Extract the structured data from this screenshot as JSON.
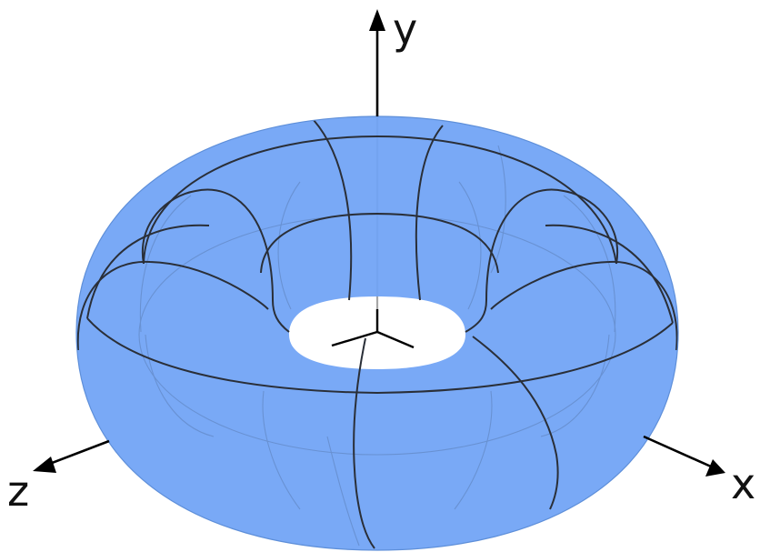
{
  "figure": {
    "axes": {
      "x_label": "x",
      "y_label": "y",
      "z_label": "z"
    },
    "surface": {
      "shape": "torus",
      "color": "#6fa3f5",
      "mesh_color": "#2a2f38",
      "hidden_mesh_color": "#5b7fb6",
      "axis_color": "#000000"
    }
  }
}
